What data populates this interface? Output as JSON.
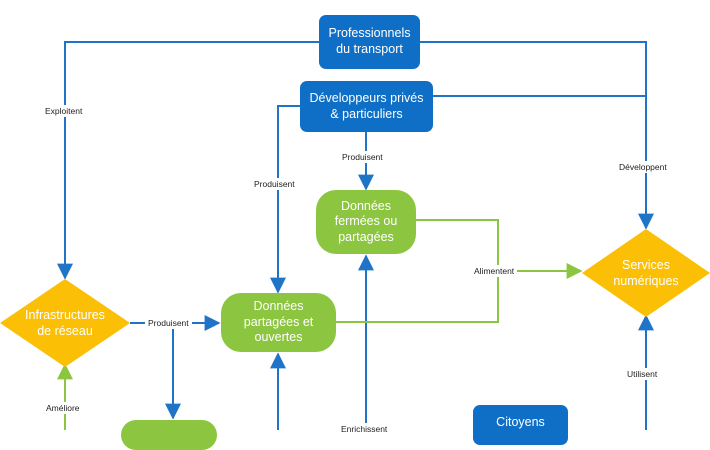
{
  "nodes": {
    "professionnels": {
      "line1": "Professionnels",
      "line2": "du transport"
    },
    "developpeurs": {
      "line1": "Développeurs privés",
      "line2": "& particuliers"
    },
    "donnees_fermees": {
      "line1": "Données",
      "line2": "fermées ou",
      "line3": "partagées"
    },
    "donnees_ouvertes": {
      "line1": "Données",
      "line2": "partagées et",
      "line3": "ouvertes"
    },
    "infrastructures": {
      "line1": "Infrastructures",
      "line2": "de réseau"
    },
    "services": {
      "line1": "Services",
      "line2": "numériques"
    },
    "citoyens": {
      "line1": "Citoyens"
    }
  },
  "edge_labels": {
    "exploitent": "Exploitent",
    "developpent": "Développent",
    "produisent_dev": "Produisent",
    "produisent_left": "Produisent",
    "produisent_infra": "Produisent",
    "alimentent": "Alimentent",
    "utilisent": "Utilisent",
    "ameliore": "Améliore",
    "enrichissent": "Enrichissent"
  },
  "colors": {
    "actor_blue": "#0f6fc6",
    "data_green": "#8cc540",
    "decision_gold": "#fbbf06",
    "line_blue": "#1f74c8",
    "line_green": "#8cc540"
  }
}
